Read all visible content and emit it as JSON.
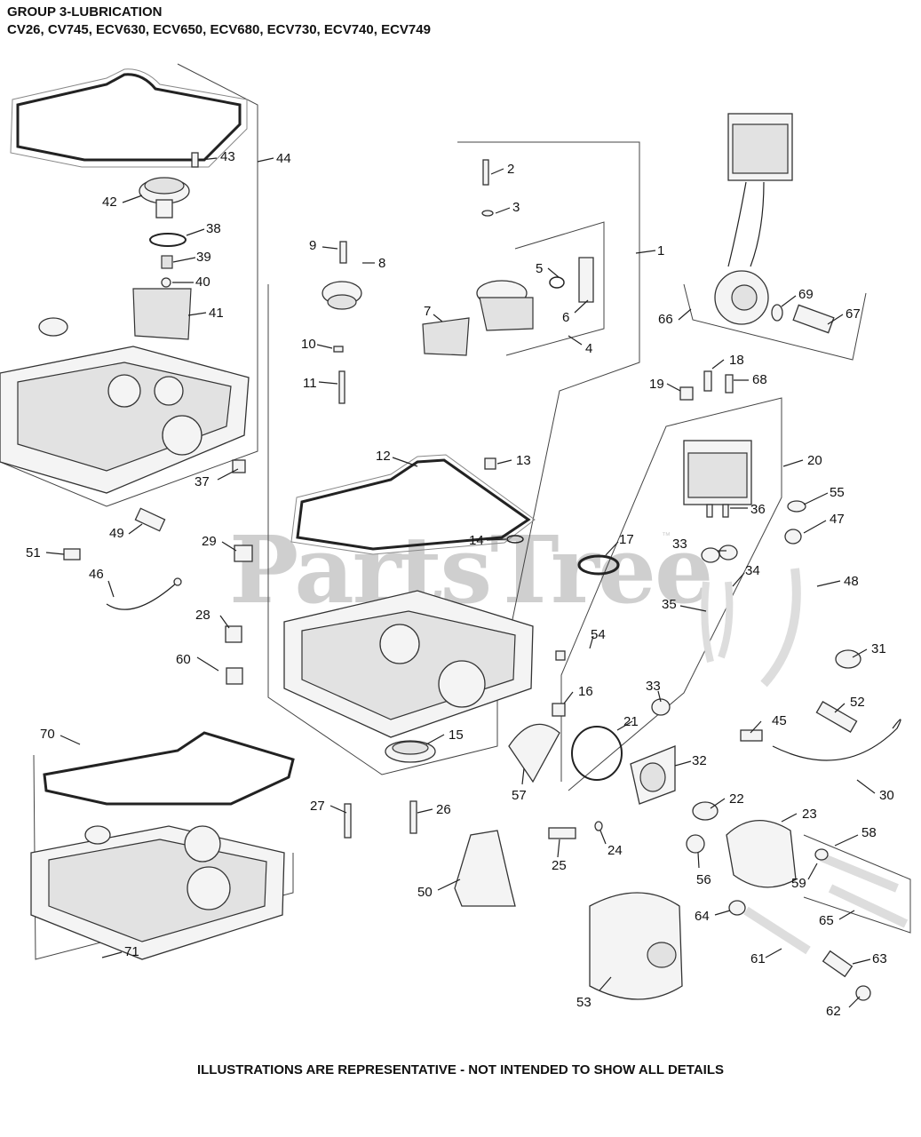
{
  "header": {
    "title": "GROUP 3-LUBRICATION",
    "models": "CV26, CV745, ECV630, ECV650, ECV680, ECV730, ECV740, ECV749"
  },
  "footer": {
    "note": "ILLUSTRATIONS ARE REPRESENTATIVE - NOT INTENDED TO SHOW ALL DETAILS"
  },
  "watermark": {
    "text": "PartsTree",
    "tm": "™"
  },
  "callouts": [
    "1",
    "2",
    "3",
    "4",
    "5",
    "6",
    "7",
    "8",
    "9",
    "10",
    "11",
    "12",
    "13",
    "14",
    "15",
    "16",
    "17",
    "18",
    "19",
    "20",
    "21",
    "22",
    "23",
    "24",
    "25",
    "26",
    "27",
    "28",
    "29",
    "30",
    "31",
    "32",
    "33",
    "33",
    "34",
    "35",
    "36",
    "37",
    "38",
    "39",
    "40",
    "41",
    "42",
    "43",
    "44",
    "45",
    "46",
    "47",
    "48",
    "49",
    "50",
    "51",
    "52",
    "53",
    "54",
    "55",
    "56",
    "57",
    "58",
    "59",
    "60",
    "61",
    "62",
    "63",
    "64",
    "65",
    "66",
    "67",
    "68",
    "69",
    "70",
    "71"
  ]
}
